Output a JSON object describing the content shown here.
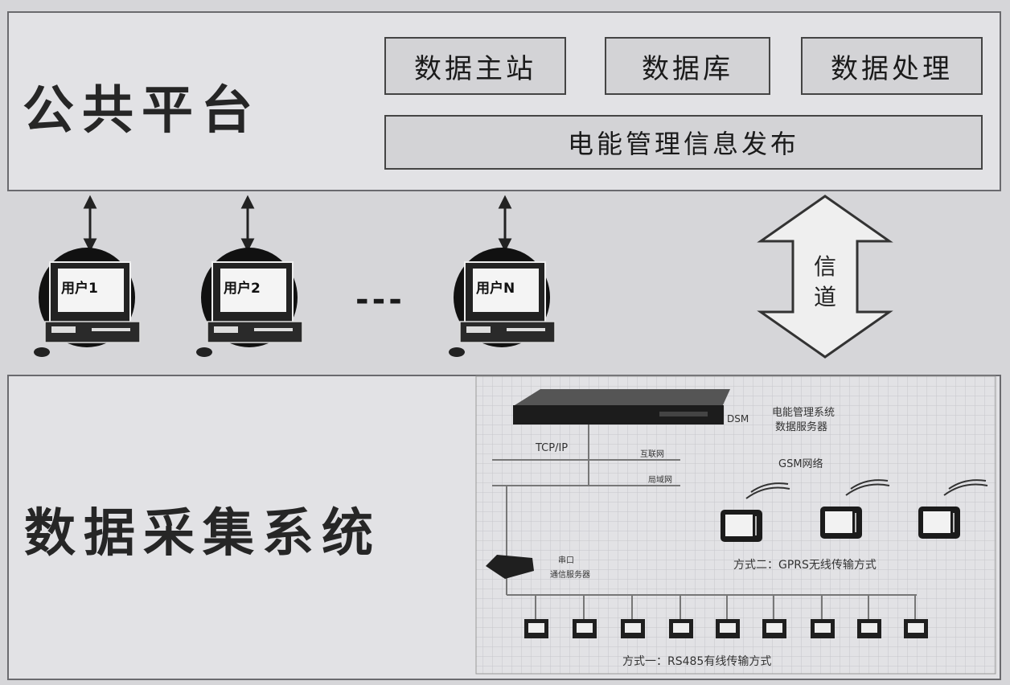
{
  "platform": {
    "title": "公共平台",
    "modules": [
      "数据主站",
      "数据库",
      "数据处理"
    ],
    "publish": "电能管理信息发布"
  },
  "users": {
    "labels": [
      "用户1",
      "用户2",
      "用户N"
    ],
    "ellipsis": "---"
  },
  "channel": {
    "chars": [
      "信",
      "道"
    ]
  },
  "acquisition": {
    "title": "数据采集系统",
    "server_model": "DSM",
    "server_label_1": "电能管理系统",
    "server_label_2": "数据服务器",
    "tcp": "TCP/IP",
    "internet": "互联网",
    "lan": "局域网",
    "gsm": "GSM网络",
    "gateway_1": "串口",
    "gateway_2": "通信服务器",
    "mode_2": "方式二：GPRS无线传输方式",
    "mode_1": "方式一：RS485有线传输方式"
  }
}
